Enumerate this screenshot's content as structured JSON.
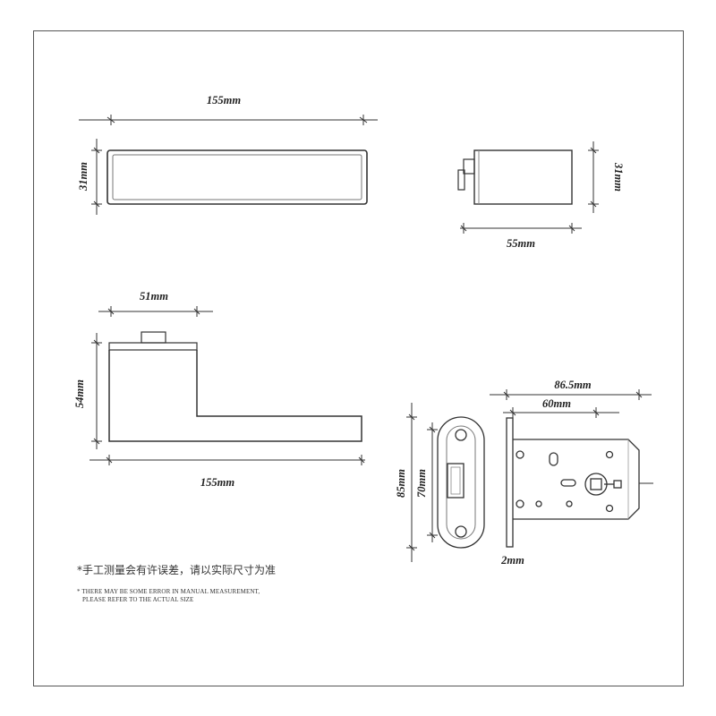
{
  "dimensions": {
    "handle_top_width": "155mm",
    "handle_top_height": "31mm",
    "rose_height": "31mm",
    "rose_width": "55mm",
    "lever_offset": "51mm",
    "lever_height": "54mm",
    "lever_length": "155mm",
    "latch_total": "86.5mm",
    "latch_backset": "60mm",
    "faceplate_outer": "85mm",
    "faceplate_inner": "70mm",
    "plate_thickness": "2mm"
  },
  "notes": {
    "chinese": "*手工测量会有许误差，请以实际尺寸为准",
    "english_line1": "* THERE MAY BE SOME ERROR IN MANUAL MEASUREMENT,",
    "english_line2": "PLEASE REFER TO THE ACTUAL SIZE"
  }
}
